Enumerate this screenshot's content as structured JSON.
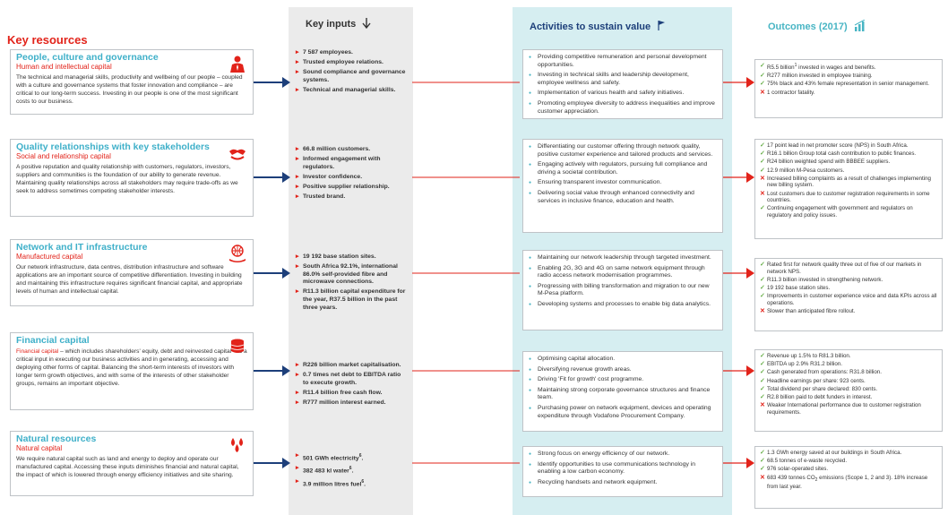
{
  "headers": {
    "key_resources": "Key resources",
    "key_inputs": "Key inputs",
    "activities": "Activities to sustain value",
    "outcomes": "Outcomes (2017)"
  },
  "resources": [
    {
      "title": "People, culture and governance",
      "subtitle": "Human and intellectual capital",
      "desc": "The technical and managerial skills, productivity and wellbeing of our people – coupled with a culture and governance systems that foster innovation and compliance – are critical to our long-term success. Investing in our people is one of the most significant costs to our business.",
      "icon": "person-icon"
    },
    {
      "title": "Quality relationships with key stakeholders",
      "subtitle": "Social and relationship capital",
      "desc": "A positive reputation and quality relationship with customers, regulators, investors, suppliers and communities is the foundation of our ability to generate revenue. Maintaining quality relationships across all stakeholders may require trade-offs as we seek to address sometimes competing stakeholder interests.",
      "icon": "handshake-icon"
    },
    {
      "title": "Network and IT infrastructure",
      "subtitle": "Manufactured capital",
      "desc": "Our network infrastructure, data centres, distribution infrastructure and software applications are an important source of competitive differentiation. Investing in building and maintaining this infrastructure requires significant financial capital, and appropriate levels of human and intellectual capital.",
      "icon": "globe-hand-icon"
    },
    {
      "title": "Financial capital",
      "subtitle": "Financial capital",
      "desc_rest": " – which includes shareholders' equity, debt and reinvested capital – is a critical input in executing our business activities and in generating, accessing and deploying other forms of capital. Balancing the short-term interests of investors with longer term growth objectives, and with some of the interests of other stakeholder groups, remains an important objective.",
      "icon": "coins-icon"
    },
    {
      "title": "Natural resources",
      "subtitle": "Natural capital",
      "desc": "We require natural capital such as land and energy to deploy and operate our manufactured capital. Accessing these inputs diminishes financial and natural capital, the impact of which is lowered through energy efficiency initiatives and site sharing.",
      "icon": "drops-icon"
    }
  ],
  "inputs": [
    [
      "7 587 employees.",
      "Trusted employee relations.",
      "Sound compliance and governance systems.",
      "Technical and managerial skills."
    ],
    [
      "66.8 million customers.",
      "Informed engagement with regulators.",
      "Investor confidence.",
      "Positive supplier relationship.",
      "Trusted brand."
    ],
    [
      "19 192 base station sites.",
      "South Africa 92.1%, international 86.0% self-provided fibre and microwave connections.",
      "R11.3 billion capital expenditure for the year, R37.5 billion in the past three years."
    ],
    [
      "R226 billion market capitalisation.",
      "0.7 times net debt to EBITDA ratio to execute growth.",
      "R11.4 billion free cash flow.",
      "R777 million interest earned."
    ],
    [
      {
        "t": "501 GWh electricity",
        "sup": "6"
      },
      {
        "t": "382 483 kl water",
        "sup": "6"
      },
      {
        "t": "3.9 million litres fuel",
        "sup": "6"
      }
    ]
  ],
  "activities": [
    [
      "Providing competitive remuneration and personal development opportunities.",
      "Investing in technical skills and leadership development, employee wellness and safety.",
      "Implementation of various health and safety initiatives.",
      "Promoting employee diversity to address inequalities and improve customer appreciation."
    ],
    [
      "Differentiating our customer offering through network quality, positive customer experience and tailored products and services.",
      "Engaging actively with regulators, pursuing full compliance and driving a societal contribution.",
      "Ensuring transparent investor communication.",
      "Delivering social value through enhanced connectivity and services in inclusive finance, education and health."
    ],
    [
      "Maintaining our network leadership through targeted investment.",
      "Enabling 2G, 3G and 4G on same network equipment through radio access network modernisation programmes.",
      "Progressing with billing transformation and migration to our new M-Pesa platform.",
      "Developing systems and processes to enable big data analytics."
    ],
    [
      "Optimising capital allocation.",
      "Diversifying revenue growth areas.",
      "Driving 'Fit for growth' cost programme.",
      "Maintaining strong corporate governance structures and finance team.",
      "Purchasing power on network equipment, devices and operating expenditure through Vodafone Procurement Company."
    ],
    [
      "Strong focus on energy efficiency of our network.",
      "Identify opportunities to use communications technology in enabling a low carbon economy.",
      "Recycling handsets and network equipment."
    ]
  ],
  "outcomes": [
    [
      {
        "ok": true,
        "t": "R5.5 billion",
        "sup": "1",
        "t2": " invested in wages and benefits."
      },
      {
        "ok": true,
        "t": "R277 million invested in employee training."
      },
      {
        "ok": true,
        "t": "75% black and 43% female representation in senior management."
      },
      {
        "ok": false,
        "t": "1 contractor fatality."
      }
    ],
    [
      {
        "ok": true,
        "t": "17 point lead in net promoter score (NPS) in South Africa."
      },
      {
        "ok": true,
        "t": "R16.1 billion Group total cash contribution to public finances."
      },
      {
        "ok": true,
        "t": "R24 billion weighted spend with BBBEE suppliers."
      },
      {
        "ok": true,
        "t": "12.9 million M-Pesa customers."
      },
      {
        "ok": false,
        "t": "Increased billing complaints as a result of challenges implementing new billing system."
      },
      {
        "ok": false,
        "t": "Lost customers due to customer registration requirements in some countries."
      },
      {
        "ok": true,
        "t": "Continuing engagement with government and regulators on regulatory and policy issues."
      }
    ],
    [
      {
        "ok": true,
        "t": "Rated first for network quality three out of five of our markets in network NPS."
      },
      {
        "ok": true,
        "t": "R11.3 billion invested in strengthening network."
      },
      {
        "ok": true,
        "t": "19 192 base station sites."
      },
      {
        "ok": true,
        "t": "Improvements in customer experience voice and data KPIs across all operations."
      },
      {
        "ok": false,
        "t": "Slower than anticipated fibre rollout."
      }
    ],
    [
      {
        "ok": true,
        "t": "Revenue up 1.5% to R81.3 billion."
      },
      {
        "ok": true,
        "t": "EBITDA up 2.9% R31.2 billion."
      },
      {
        "ok": true,
        "t": "Cash generated from operations: R31.8 billion."
      },
      {
        "ok": true,
        "t": "Headline earnings per share: 923 cents."
      },
      {
        "ok": true,
        "t": "Total dividend per share declared: 830 cents."
      },
      {
        "ok": true,
        "t": "R2.8 billion paid to debt funders in interest."
      },
      {
        "ok": false,
        "t": "Weaker International performance due to customer registration requirements."
      }
    ],
    [
      {
        "ok": true,
        "t": "1.3 GWh energy saved at our buildings in South Africa."
      },
      {
        "ok": true,
        "t": "68.5 tonnes of e-waste recycled."
      },
      {
        "ok": true,
        "t": "976 solar-operated sites."
      },
      {
        "ok": false,
        "t": "683 439 tonnes CO",
        "sub": "2",
        "t2": " emissions (Scope 1, 2 and 3). 18% increase from last year."
      }
    ]
  ],
  "colors": {
    "red": "#e2231a",
    "teal": "#48b5c4",
    "navy": "#1d3f7a",
    "green": "#6ab04c"
  }
}
